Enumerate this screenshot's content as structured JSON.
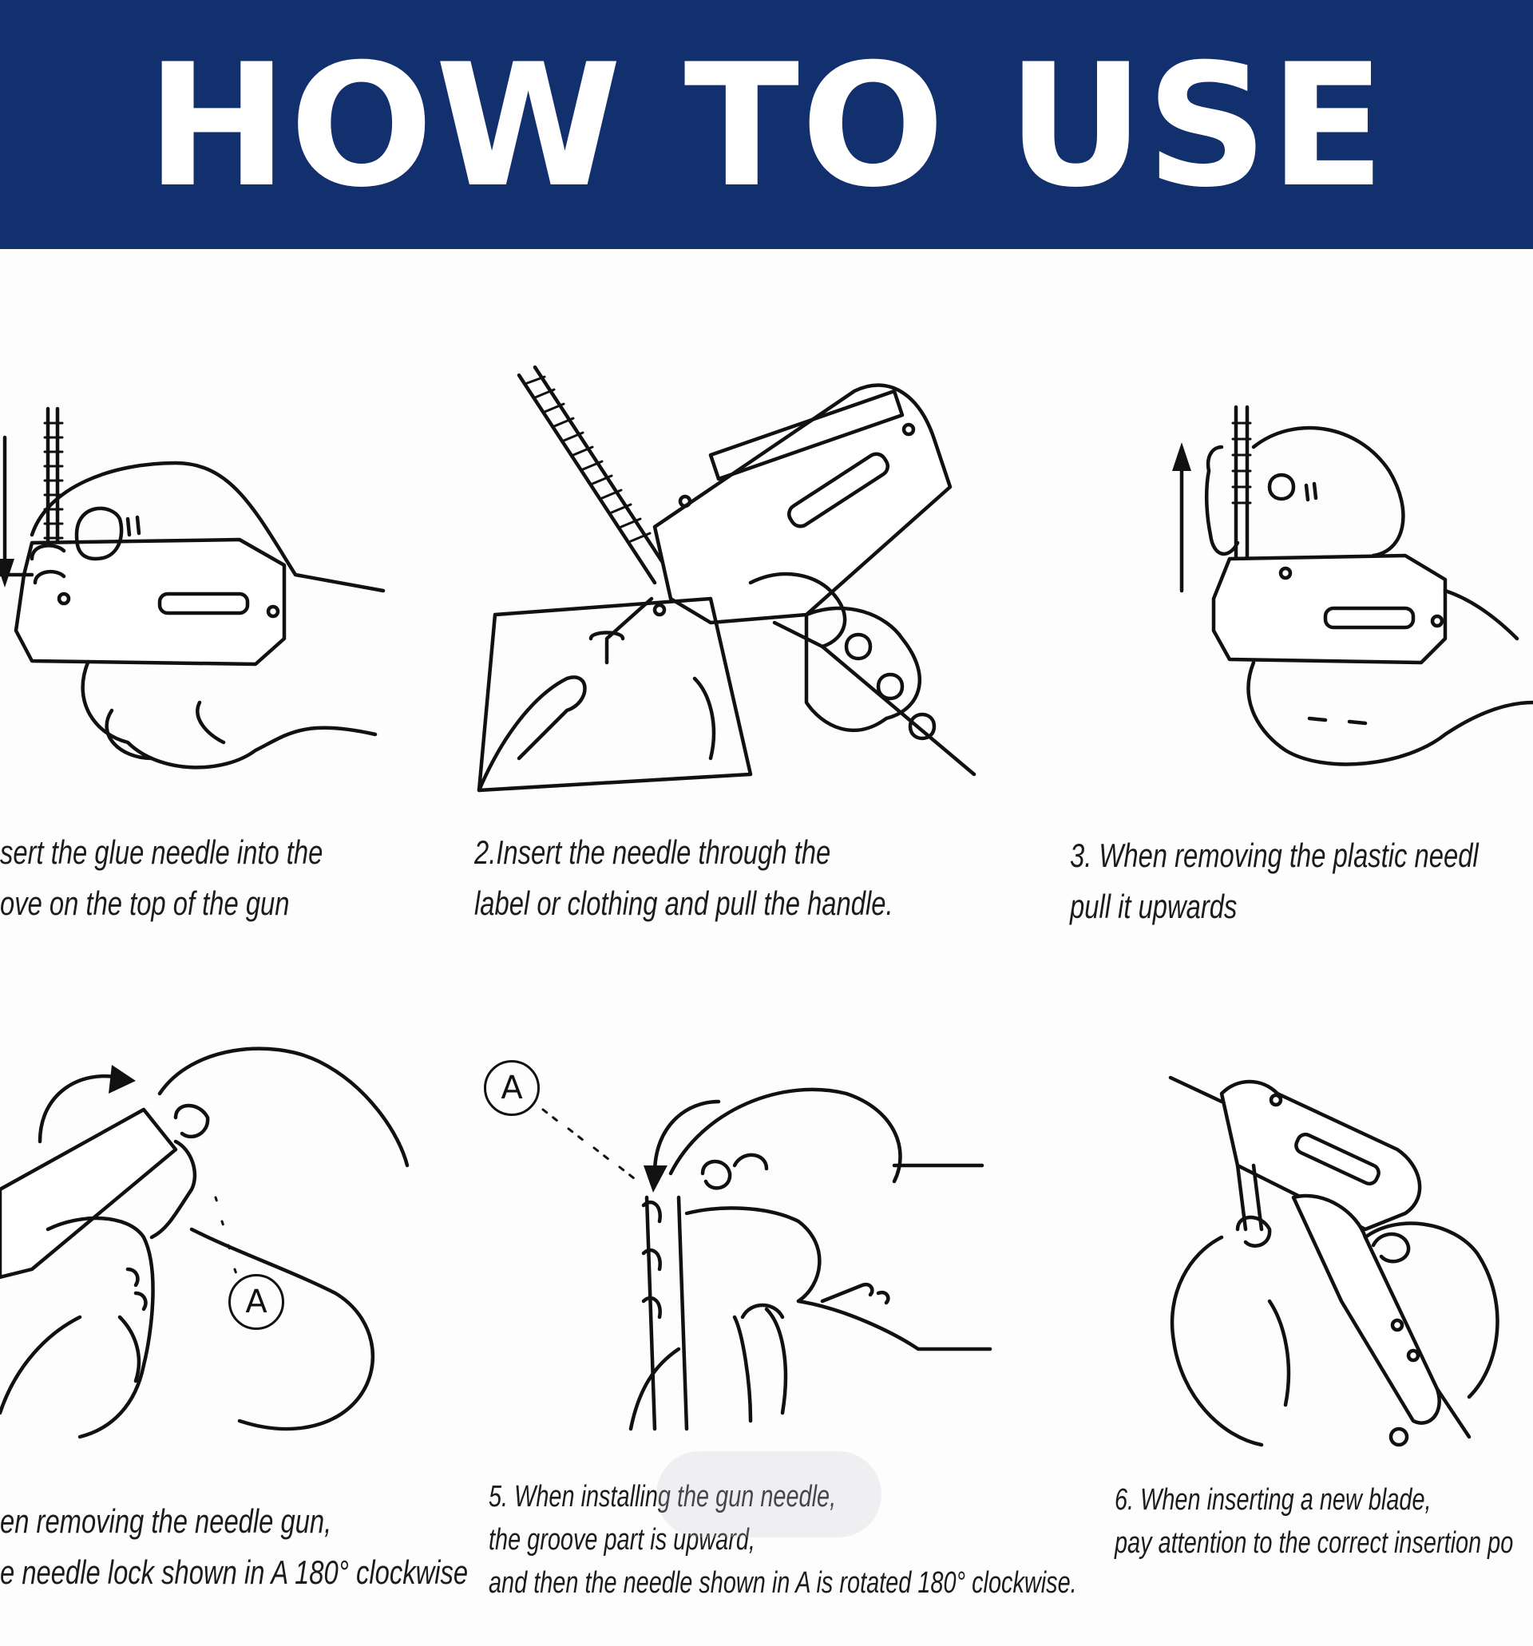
{
  "banner": {
    "title": "HOW TO USE",
    "background_color": "#13306e",
    "text_color": "#ffffff"
  },
  "steps": [
    {
      "line1": "sert the glue needle into the",
      "line2": "ove on the top of the gun"
    },
    {
      "line1": "2.Insert the needle through the",
      "line2": "label or clothing and pull the handle."
    },
    {
      "line1": "3. When removing the plastic needl",
      "line2": "pull it upwards"
    },
    {
      "line1": "en removing the needle gun,",
      "line2": "e needle lock shown in A 180° clockwise"
    },
    {
      "line1": "5. When installing the gun needle,",
      "line2": "the groove part is upward,",
      "line3": "and then the needle shown in A is rotated 180° clockwise."
    },
    {
      "line1": "6. When inserting a new blade,",
      "line2": "pay attention to the correct insertion po"
    }
  ],
  "callouts": {
    "step4_marker": "A",
    "step5_marker": "A"
  },
  "icons": [
    "hand-gun-illustration",
    "down-arrow-icon",
    "up-arrow-icon",
    "rotate-arrow-icon"
  ]
}
